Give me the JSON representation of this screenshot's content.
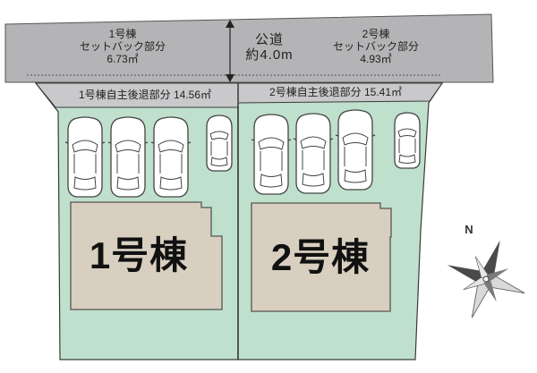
{
  "road": {
    "label_line1": "公道",
    "label_line2": "約4.0m"
  },
  "setbacks": [
    {
      "line1": "1号棟",
      "line2": "セットバック部分",
      "line3": "6.73㎡"
    },
    {
      "line1": "2号棟",
      "line2": "セットバック部分",
      "line3": "4.93㎡"
    }
  ],
  "retreat_strips": [
    {
      "label": "1号棟自主後退部分 14.56㎡"
    },
    {
      "label": "2号棟自主後退部分 15.41㎡"
    }
  ],
  "buildings": [
    {
      "label": "1号棟"
    },
    {
      "label": "2号棟"
    }
  ],
  "compass": {
    "north_label": "N"
  },
  "colors": {
    "road_gray": "#b4b4b6",
    "lot_green": "#bfe0cc",
    "building_beige": "#d8cfc0",
    "outline": "#3a3a3a"
  }
}
